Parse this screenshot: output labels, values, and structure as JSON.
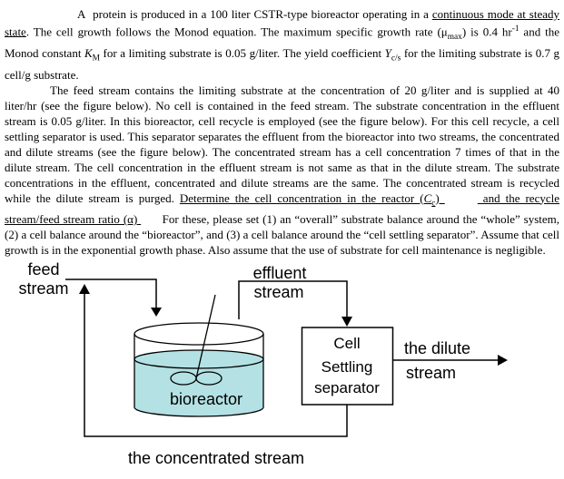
{
  "colors": {
    "liquid": "#b3e1e4",
    "ink": "#000000",
    "background": "#ffffff"
  },
  "problem": {
    "p1": [
      {
        "t": "A  protein is produced in a 100 liter CSTR-type bioreactor operating in a "
      },
      {
        "t": "continuous mode at steady state"
      },
      {
        "t": ". The cell growth follows the Monod equation. The maximum specific growth rate (μ"
      },
      {
        "t": "max"
      },
      {
        "t": ") is 0.4 hr"
      },
      {
        "t": "-1"
      },
      {
        "t": " and the Monod constant "
      },
      {
        "t": "K"
      },
      {
        "t": "M"
      },
      {
        "t": " for a limiting substrate is 0.05 g/liter. The yield coefficient "
      },
      {
        "t": "Y"
      },
      {
        "t": "c/s"
      },
      {
        "t": " for the limiting substrate is 0.7 g cell/g substrate."
      }
    ],
    "p2": [
      {
        "t": "The feed stream contains the limiting substrate at the concentration of 20 g/liter and is supplied at 40 liter/hr (see the figure below). No cell is contained in the feed stream. The substrate concentration in the effluent stream is 0.05 g/liter. In this bioreactor, cell recycle is employed (see the figure below). For this cell recycle, a cell settling separator is used. This separator separates the effluent from the bioreactor into two streams, the concentrated and dilute streams (see the figure below). The concentrated stream has a cell concentration 7 times of that in the dilute stream. The cell concentration in the effluent stream is not same as that in the dilute stream. The substrate concentrations in the effluent, concentrated and dilute streams are the same. The concentrated stream is recycled while the dilute stream is purged. "
      },
      {
        "t": "Determine the cell concentration in the reactor ("
      },
      {
        "t": "C"
      },
      {
        "t": "c"
      },
      {
        "t": ") "
      },
      {
        "t": "      "
      },
      {
        "t": " and the recycle stream/feed stream ratio (α) "
      },
      {
        "t": "      For these, please set (1) an “overall” substrate balance around the “whole” system, (2) a cell balance around the “bioreactor”, and (3) a cell balance around the “cell settling separator”. Assume that cell growth is in the exponential growth phase. Also assume that the use of substrate for cell maintenance is negligible."
      }
    ]
  },
  "diagram": {
    "feed_label": [
      "feed",
      "stream"
    ],
    "effluent_label": [
      "effluent",
      "stream"
    ],
    "bioreactor_label": "bioreactor",
    "separator_label": [
      "Cell",
      "Settling",
      "separator"
    ],
    "dilute_label": [
      "the dilute",
      "stream"
    ],
    "concentrated_label": "the concentrated stream"
  }
}
